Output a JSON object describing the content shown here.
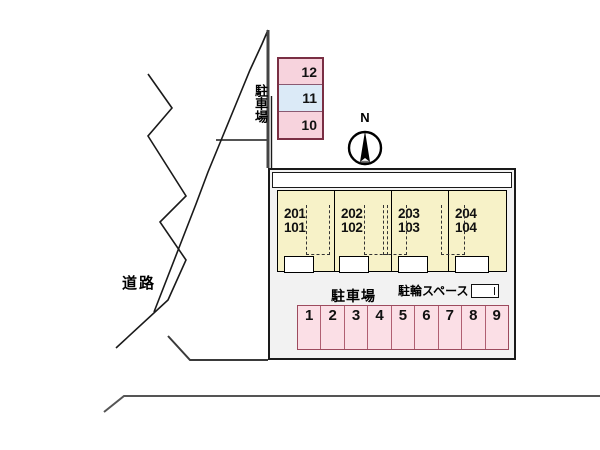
{
  "diagram": {
    "type": "site-plan",
    "title_text_visible": false,
    "compass": {
      "label": "N",
      "icon": "compass-needle-icon"
    },
    "road": {
      "label": "道路"
    },
    "site_parcel": {
      "fill": "#f2f2f2",
      "stroke": "#1a1a1a"
    },
    "building": {
      "fill": "#f7f2c8",
      "stroke": "#000000",
      "units": [
        {
          "upper": "201",
          "lower": "101"
        },
        {
          "upper": "202",
          "lower": "102"
        },
        {
          "upper": "203",
          "lower": "103"
        },
        {
          "upper": "204",
          "lower": "104"
        }
      ]
    },
    "parking_main": {
      "label": "駐車場",
      "fill": "#fbdfe6",
      "stroke": "#9d4b5e",
      "stalls": [
        "1",
        "2",
        "3",
        "4",
        "5",
        "6",
        "7",
        "8",
        "9"
      ]
    },
    "bicycle_space": {
      "label": "駐輪スペース",
      "icon": "bicycle-parking-box-icon"
    },
    "parking_upper": {
      "label": "駐車場",
      "stroke": "#7a2f44",
      "stalls": [
        {
          "number": "12",
          "fill": "#f7d3dd"
        },
        {
          "number": "11",
          "fill": "#dbeaf7"
        },
        {
          "number": "10",
          "fill": "#f7d3dd"
        }
      ]
    }
  }
}
